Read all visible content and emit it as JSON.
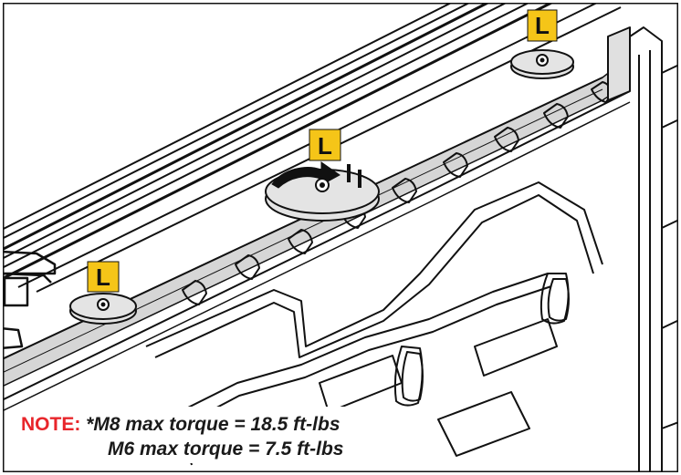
{
  "callouts": [
    {
      "label": "L",
      "badge_color": "#f5c518"
    },
    {
      "label": "L",
      "badge_color": "#f5c518"
    },
    {
      "label": "L",
      "badge_color": "#f5c518"
    }
  ],
  "note": {
    "label": "NOTE:",
    "line1": "*M8 max torque = 18.5 ft-lbs",
    "line2": "M6 max torque = 7.5 ft-lbs",
    "label_color": "#e8262b"
  },
  "colors": {
    "highlight_rail": "#d6d6d6",
    "rotation_ring": "#e4e4e4",
    "line_art": "#111111"
  },
  "icons": [
    "rotation-arrow-icon",
    "bolt-icon"
  ]
}
